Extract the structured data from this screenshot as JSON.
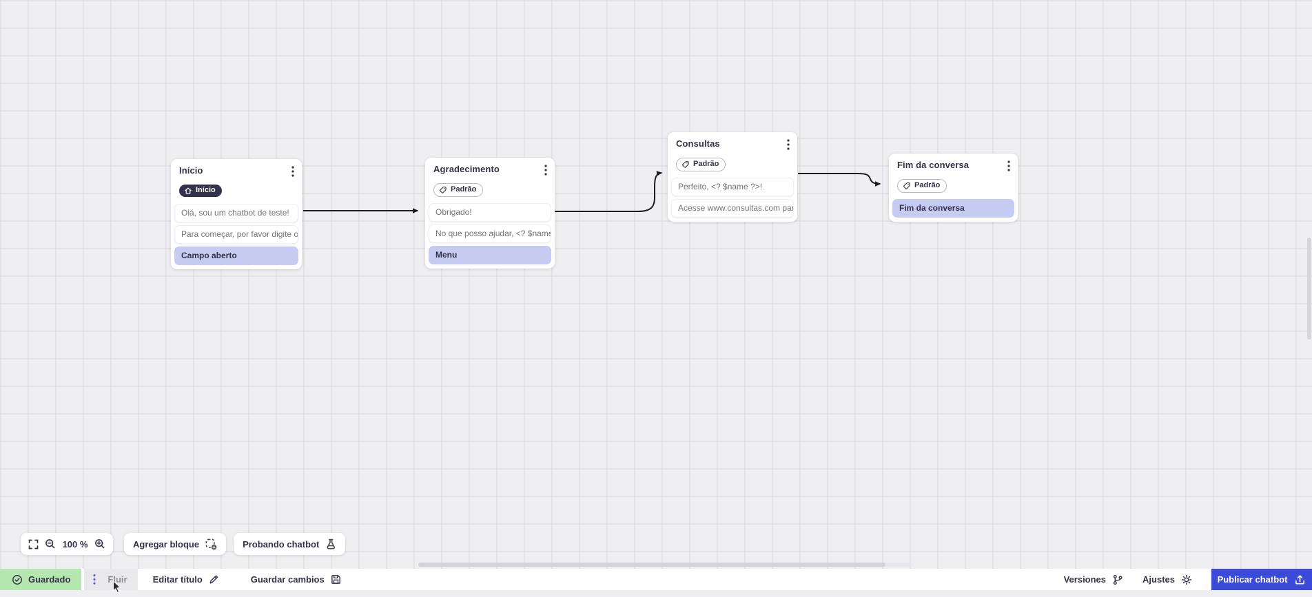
{
  "canvas": {
    "zoom_level": "100 %",
    "add_block_label": "Agregar bloque",
    "test_chatbot_label": "Probando chatbot"
  },
  "nodes": [
    {
      "title": "Início",
      "badge": "Início",
      "badge_icon": "home-icon",
      "items": [
        {
          "text": "Olá, sou um chatbot de teste!",
          "type": "message"
        },
        {
          "text": "Para começar, por favor digite o ...",
          "type": "message"
        },
        {
          "text": "Campo aberto",
          "type": "highlight"
        }
      ]
    },
    {
      "title": "Agradecimento",
      "badge": "Padrão",
      "badge_icon": "tag-icon",
      "items": [
        {
          "text": "Obrigado!",
          "type": "message"
        },
        {
          "text": "No que posso ajudar, <? $name ...",
          "type": "message"
        },
        {
          "text": "Menu",
          "type": "highlight"
        }
      ]
    },
    {
      "title": "Consultas",
      "badge": "Padrão",
      "badge_icon": "tag-icon",
      "items": [
        {
          "text": "Perfeito, <? $name ?>!",
          "type": "message"
        },
        {
          "text": "Acesse www.consultas.com par...",
          "type": "message"
        }
      ]
    },
    {
      "title": "Fim da conversa",
      "badge": "Padrão",
      "badge_icon": "tag-icon",
      "items": [
        {
          "text": "Fim da conversa",
          "type": "highlight"
        }
      ]
    }
  ],
  "statusbar": {
    "saved_label": "Guardado",
    "flow_tab_label": "Fluir",
    "edit_title_label": "Editar título",
    "save_changes_label": "Guardar cambios",
    "versions_label": "Versiones",
    "settings_label": "Ajustes",
    "publish_label": "Publicar chatbot"
  },
  "colors": {
    "accent_blue": "#3b4ad9",
    "saved_green_bg": "#b6e7b0",
    "highlight_lavender": "#c6cbf2",
    "dark_navy": "#32324b",
    "connector_black": "#1d1d22"
  }
}
